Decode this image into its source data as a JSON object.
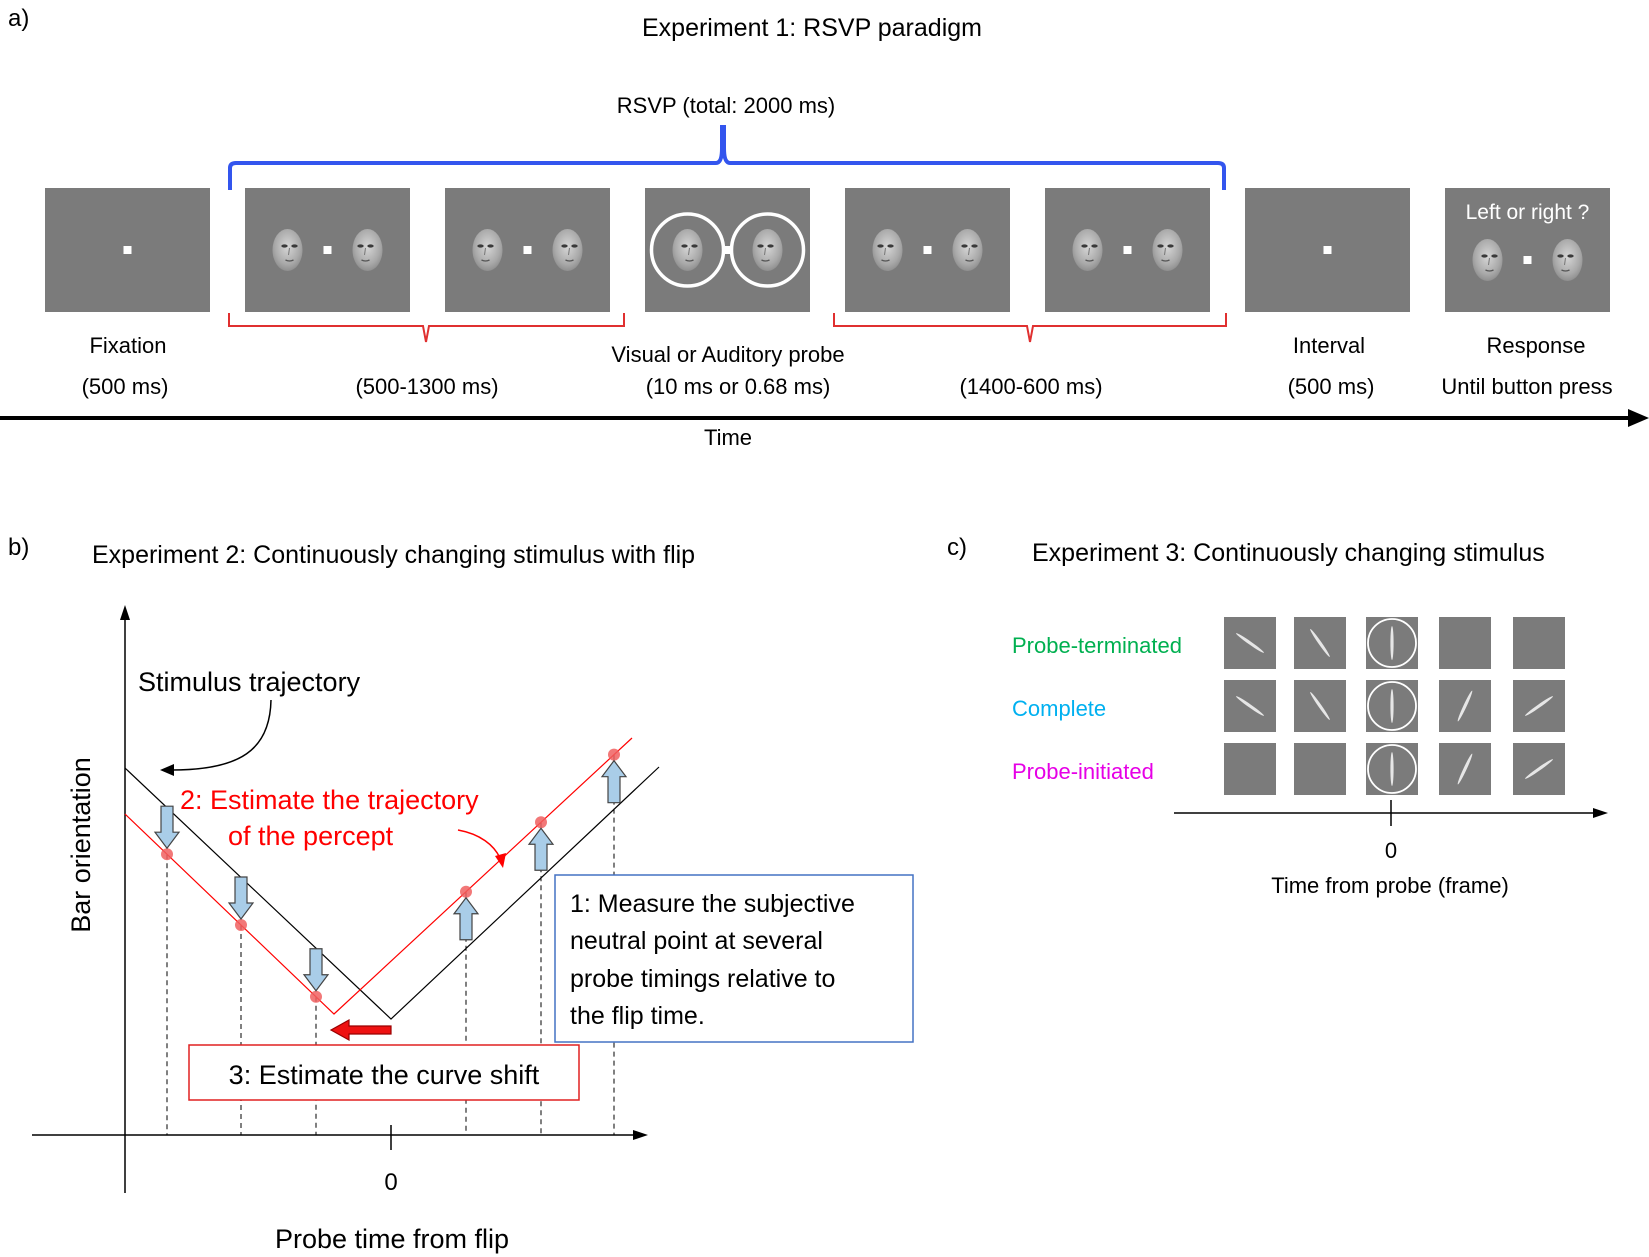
{
  "panel_a": {
    "letter": "a)",
    "title": "Experiment 1: RSVP paradigm",
    "rsvp_label": "RSVP (total: 2000 ms)",
    "frames": [
      {
        "kind": "fixation"
      },
      {
        "kind": "faces"
      },
      {
        "kind": "faces"
      },
      {
        "kind": "probe"
      },
      {
        "kind": "faces"
      },
      {
        "kind": "faces"
      },
      {
        "kind": "fixation"
      },
      {
        "kind": "response",
        "text": "Left or right ?"
      }
    ],
    "labels": {
      "fixation": "Fixation",
      "fixation_time": "(500 ms)",
      "pre_time": "(500-1300 ms)",
      "probe": "Visual or Auditory probe",
      "probe_time": "(10 ms or 0.68 ms)",
      "post_time": "(1400-600 ms)",
      "interval": "Interval",
      "interval_time": "(500 ms)",
      "response": "Response",
      "response_time": "Until button press"
    },
    "time_label": "Time"
  },
  "panel_b": {
    "letter": "b)",
    "title": "Experiment 2: Continuously changing stimulus with flip",
    "y_axis_label": "Bar orientation",
    "x_axis_label": "Probe time from flip",
    "zero_label": "0",
    "trajectory_label": "Stimulus trajectory",
    "step2_line1": "2: Estimate the trajectory",
    "step2_line2": "of the percept",
    "step1_lines": [
      "1: Measure the subjective",
      "neutral point at several",
      "probe timings relative to",
      "the flip time."
    ],
    "step3": "3: Estimate the curve shift",
    "colors": {
      "percept": "#ff0000",
      "stimulus": "#000000",
      "arrow_fill": "#a9cde8",
      "box_blue": "#4472c4"
    }
  },
  "panel_c": {
    "letter": "c)",
    "title": "Experiment 3: Continuously changing stimulus",
    "rows": [
      {
        "label": "Probe-terminated",
        "color": "#00b050",
        "frames": [
          "bar-left",
          "bar-left-steep",
          "probe",
          "blank",
          "blank"
        ]
      },
      {
        "label": "Complete",
        "color": "#00b0f0",
        "frames": [
          "bar-left",
          "bar-left-steep",
          "probe",
          "bar-right-steep",
          "bar-right"
        ]
      },
      {
        "label": "Probe-initiated",
        "color": "#e600e6",
        "frames": [
          "blank",
          "blank",
          "probe",
          "bar-right-steep",
          "bar-right"
        ]
      }
    ],
    "zero_label": "0",
    "x_axis_label": "Time from probe (frame)"
  }
}
